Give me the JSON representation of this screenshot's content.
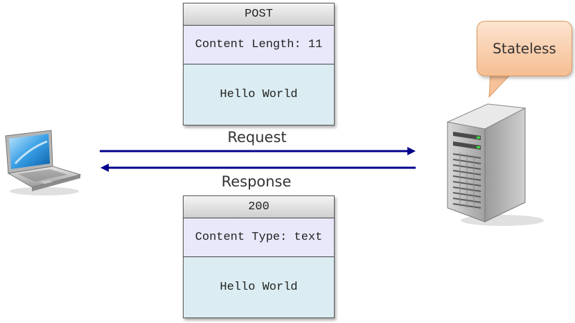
{
  "request": {
    "method": "POST",
    "header": "Content Length: 11",
    "body": "Hello World",
    "label": "Request"
  },
  "response": {
    "status": "200",
    "header": "Content Type: text",
    "body": "Hello World",
    "label": "Response"
  },
  "server_bubble": "Stateless",
  "icons": {
    "client": "laptop-icon",
    "server": "server-icon"
  },
  "colors": {
    "arrow": "#00008b",
    "bubble": "#f8c9a4",
    "header_cell": "#e8e8fa",
    "body_cell": "#dbedf2"
  }
}
